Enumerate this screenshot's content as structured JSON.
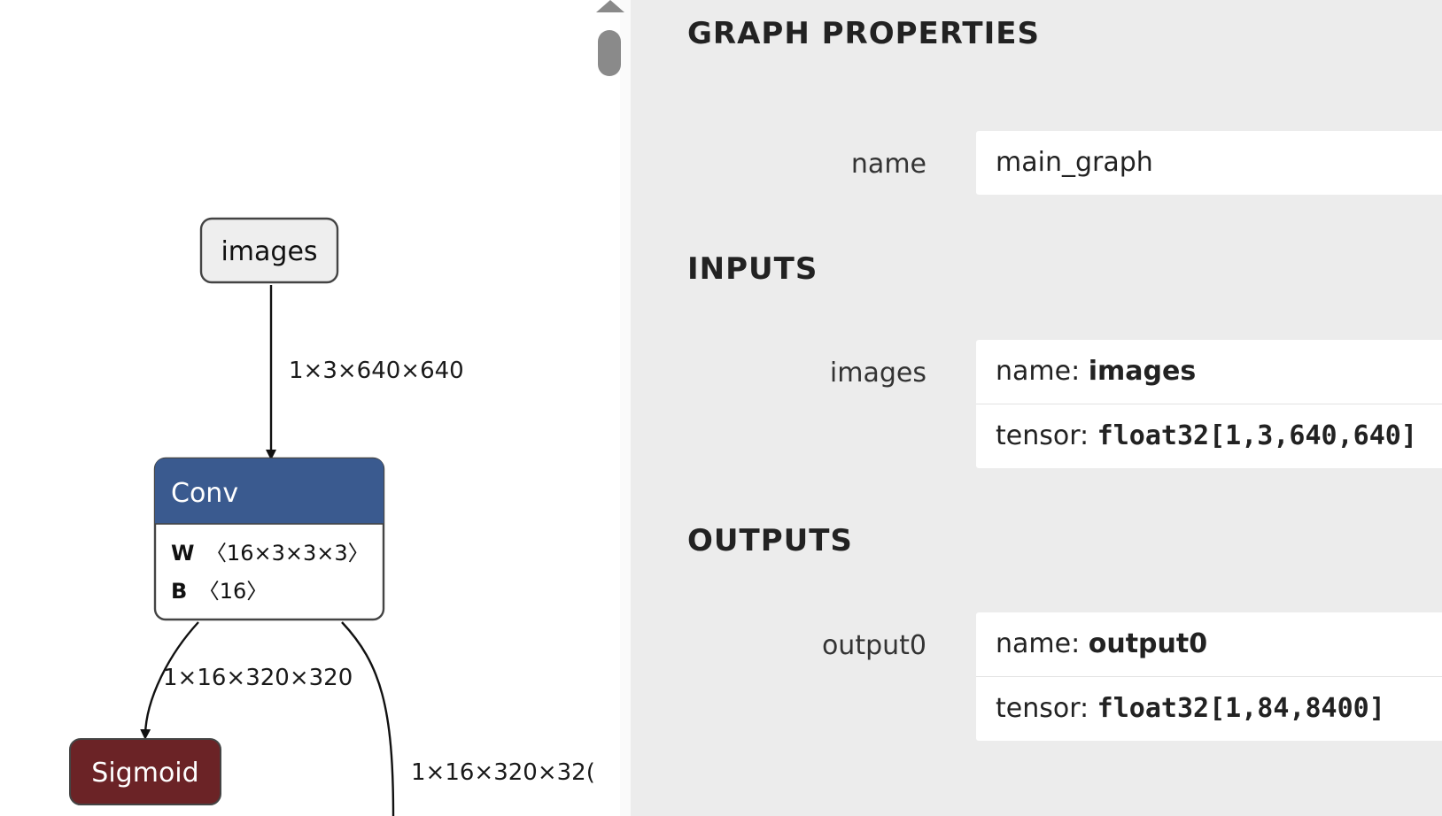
{
  "graph": {
    "nodes": {
      "images": {
        "label": "images"
      },
      "conv": {
        "label": "Conv",
        "attrs": [
          {
            "key": "W",
            "value": "〈16×3×3×3〉"
          },
          {
            "key": "B",
            "value": "〈16〉"
          }
        ]
      },
      "sigmoid": {
        "label": "Sigmoid"
      }
    },
    "edges": {
      "images_to_conv": "1×3×640×640",
      "conv_to_sigmoid": "1×16×320×320",
      "conv_to_other": "1×16×320×32("
    }
  },
  "colors": {
    "conv_header": "#3a5a8f",
    "sigmoid_fill": "#6b2326",
    "input_node_fill": "#eeeeee",
    "props_bg": "#ececec"
  },
  "properties": {
    "title": "GRAPH PROPERTIES",
    "name_label": "name",
    "name_value": "main_graph",
    "inputs_title": "INPUTS",
    "outputs_title": "OUTPUTS",
    "inputs": [
      {
        "label": "images",
        "name_prefix": "name: ",
        "name": "images",
        "tensor_prefix": "tensor: ",
        "tensor": "float32[1,3,640,640]"
      }
    ],
    "outputs": [
      {
        "label": "output0",
        "name_prefix": "name: ",
        "name": "output0",
        "tensor_prefix": "tensor: ",
        "tensor": "float32[1,84,8400]"
      }
    ]
  },
  "icons": {
    "scroll_up": "triangle-up",
    "scroll_thumb": "rounded-bar"
  }
}
